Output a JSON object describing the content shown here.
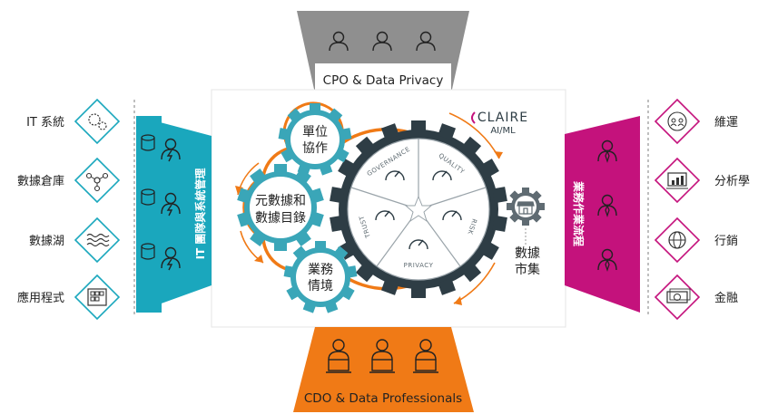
{
  "top_funnel": {
    "label": "CPO & Data Privacy",
    "color": "#8c8c8c"
  },
  "bottom_funnel": {
    "label": "CDO & Data Professionals",
    "color": "#f07a16"
  },
  "left_panel": {
    "label": "IT 團隊與系統管理",
    "color": "#1aa7bd",
    "items": [
      {
        "label": "IT 系統",
        "icon": "gears-icon"
      },
      {
        "label": "數據倉庫",
        "icon": "network-icon"
      },
      {
        "label": "數據湖",
        "icon": "waves-icon"
      },
      {
        "label": "應用程式",
        "icon": "app-grid-icon"
      }
    ]
  },
  "right_panel": {
    "label": "業務作業流程",
    "color": "#c4127c",
    "items": [
      {
        "label": "維運",
        "icon": "people-cycle-icon"
      },
      {
        "label": "分析學",
        "icon": "chart-icon"
      },
      {
        "label": "行銷",
        "icon": "globe-icon"
      },
      {
        "label": "金融",
        "icon": "money-icon"
      }
    ]
  },
  "center": {
    "gear_unit": {
      "line1": "單位",
      "line2": "協作"
    },
    "gear_meta": {
      "line1": "元數據和",
      "line2": "數據目錄"
    },
    "gear_business": {
      "line1": "業務",
      "line2": "情境"
    },
    "big_gear_segments": [
      "GOVERNANCE",
      "QUALITY",
      "RISK",
      "PRIVACY",
      "TRUST"
    ],
    "claire": {
      "name": "CLAIRE",
      "sub": "AI/ML"
    },
    "marketplace": {
      "line1": "數據",
      "line2": "市集"
    }
  },
  "colors": {
    "teal": "#3aa6b8",
    "gear_dark": "#2e3d45",
    "orange": "#f07a16",
    "grey_gear": "#5f6b72"
  }
}
